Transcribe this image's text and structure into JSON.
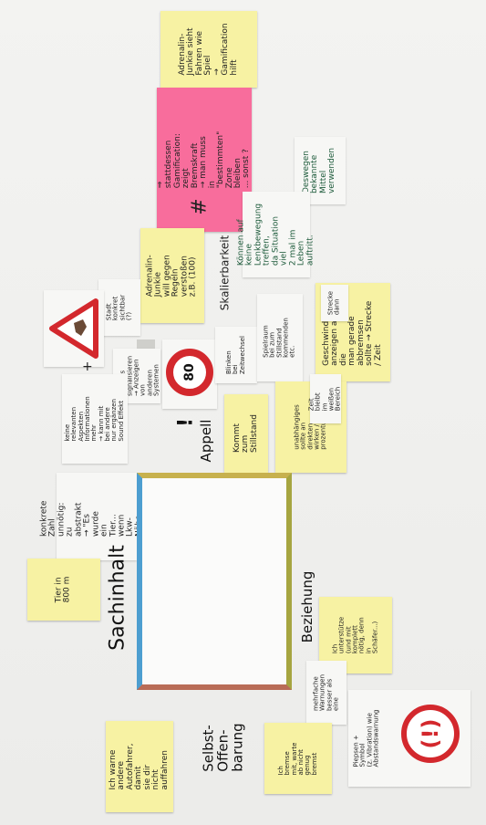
{
  "notes": {
    "adrenalin_top": "Adrenalin-\nJunkie sieht\nFahren wie\nSpiel\n→ Gamification\nhilft",
    "pink": "⇒ stattdessen Gamification:\nzeigt Bremskraft\n→ man muss in\n\"bestimmten\" Zone\nbleiben\n... sonst ?",
    "pink_symbol": "#",
    "green_note": "Deswegen\nbekannte\nMittel verwenden",
    "skala_label": "Skalierbarkeit",
    "skala_text": "Können auf keine\nLenkbewegung treffen,\nda Situation viel\n2 mal im Leben\nauftritt.",
    "adrenalin_mid": "Adrenalin-Junkie\nwill gegen Regeln\nverstoßen\nz.B. (100)",
    "stadt_note": "Stadt\nkonkret\nsichtbar (?)",
    "blinken": "Blinken\nbei\nZeitwechsel",
    "sign_80": "80",
    "exclam": "!",
    "appell": "Appell",
    "kommt_zum": "Kommt\nzum\nStillstand",
    "spielraum": "Spielraum bei zum\nStillstand kommenden\netc.",
    "geschw": "Geschwindigkeit\nanzeigen auf die\nman gerade abbremsen\nsollte  → Strecke / Zeit",
    "strecke": "Strecke\ndann",
    "zeit": "Zeit\nbleibt im\nweißen Bereich",
    "unabhaengig": "unabhängiges\nsollte an direkten\nwirken / prozentual",
    "muss_andere": "muss anderes\nsignalisieren\n→ Anzeigen von\nanderen Systemen",
    "keine_relevanten": "keine relevanten Aspekten\nInformationen mehr\n→ kann mit bei andere\nnur ergänzen\nSound Effekt",
    "plus": "+",
    "konkrete": "konkrete Zahl\nunnötig: zu abstrakt\n→ \"Es wurde ein\nTier... wenn Lkw-\nNähe entdeckt\"",
    "tier": "Tier in\n800 m",
    "sachinhalt": "Sachinhalt",
    "selbst": "Selbst-\nOffen-\nbarung",
    "beziehung": "Beziehung",
    "ich_warne": "Ich warne andere\nAutofahrer, damit\nsie dir nicht\nauffahren",
    "ich_bremse": "Ich bremse\nmit, warte\nab nicht genug\nbremst",
    "mehrfach": "mehrfache\nWarnungen\nbesser als\neine",
    "ich_unterst": "Ich\nunterstütze\n(und mit komplett\nnötig, denn\nin Schäfer...)",
    "piepsen": "Piepsen + Symbol\n(z. Vibration) wie\nAbstandswarnung",
    "warning_symbol": "(!)"
  },
  "colors": {
    "sticky_yellow": "#f7f2a3",
    "sticky_pink": "#f86d9c",
    "frame_blue": "#4d9ed0",
    "frame_olive": "#a6a540",
    "frame_gold": "#c7b14e",
    "frame_brown": "#b96c57",
    "sign_red": "#d3282d"
  }
}
